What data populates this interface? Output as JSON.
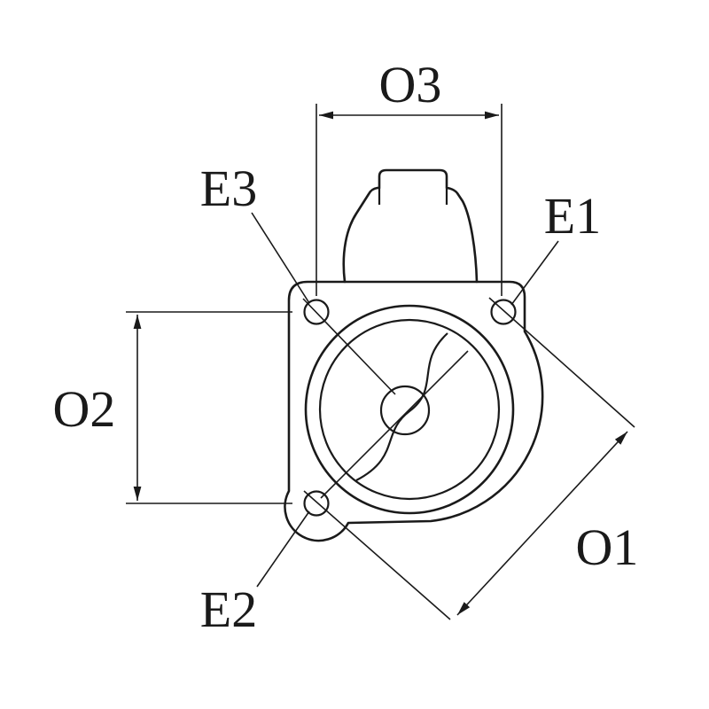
{
  "diagram": {
    "type": "technical-dimension-drawing",
    "labels": {
      "o1": "O1",
      "o2": "O2",
      "o3": "O3",
      "e1": "E1",
      "e2": "E2",
      "e3": "E3"
    },
    "colors": {
      "line": "#1a1a1a",
      "background": "#ffffff"
    }
  }
}
